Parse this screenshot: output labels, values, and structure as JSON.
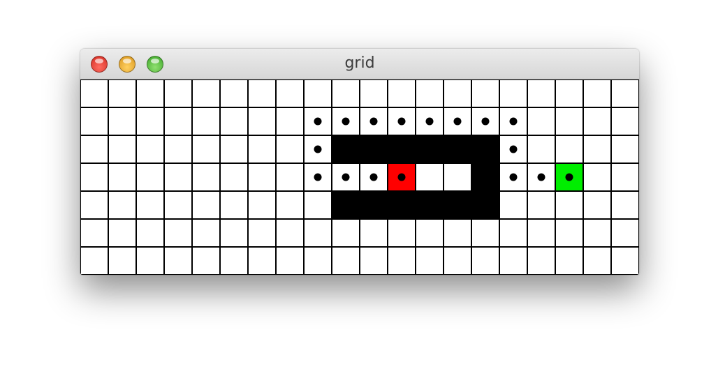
{
  "window": {
    "title": "grid",
    "controls": [
      "close",
      "minimize",
      "maximize"
    ]
  },
  "grid": {
    "columns": 20,
    "rows": 7,
    "colors": {
      "empty": "#ffffff",
      "wall": "#000000",
      "start": "#ff0000",
      "goal": "#00ee00",
      "lines": "#000000",
      "path_dot": "#000000"
    },
    "walls": [
      [
        2,
        9
      ],
      [
        2,
        10
      ],
      [
        2,
        11
      ],
      [
        2,
        12
      ],
      [
        2,
        13
      ],
      [
        2,
        14
      ],
      [
        3,
        14
      ],
      [
        4,
        9
      ],
      [
        4,
        10
      ],
      [
        4,
        11
      ],
      [
        4,
        12
      ],
      [
        4,
        13
      ],
      [
        4,
        14
      ]
    ],
    "start": [
      3,
      11
    ],
    "goal": [
      3,
      17
    ],
    "path": [
      [
        3,
        11
      ],
      [
        3,
        10
      ],
      [
        3,
        9
      ],
      [
        3,
        8
      ],
      [
        2,
        8
      ],
      [
        1,
        8
      ],
      [
        1,
        9
      ],
      [
        1,
        10
      ],
      [
        1,
        11
      ],
      [
        1,
        12
      ],
      [
        1,
        13
      ],
      [
        1,
        14
      ],
      [
        1,
        15
      ],
      [
        2,
        15
      ],
      [
        3,
        15
      ],
      [
        3,
        16
      ],
      [
        3,
        17
      ]
    ]
  }
}
